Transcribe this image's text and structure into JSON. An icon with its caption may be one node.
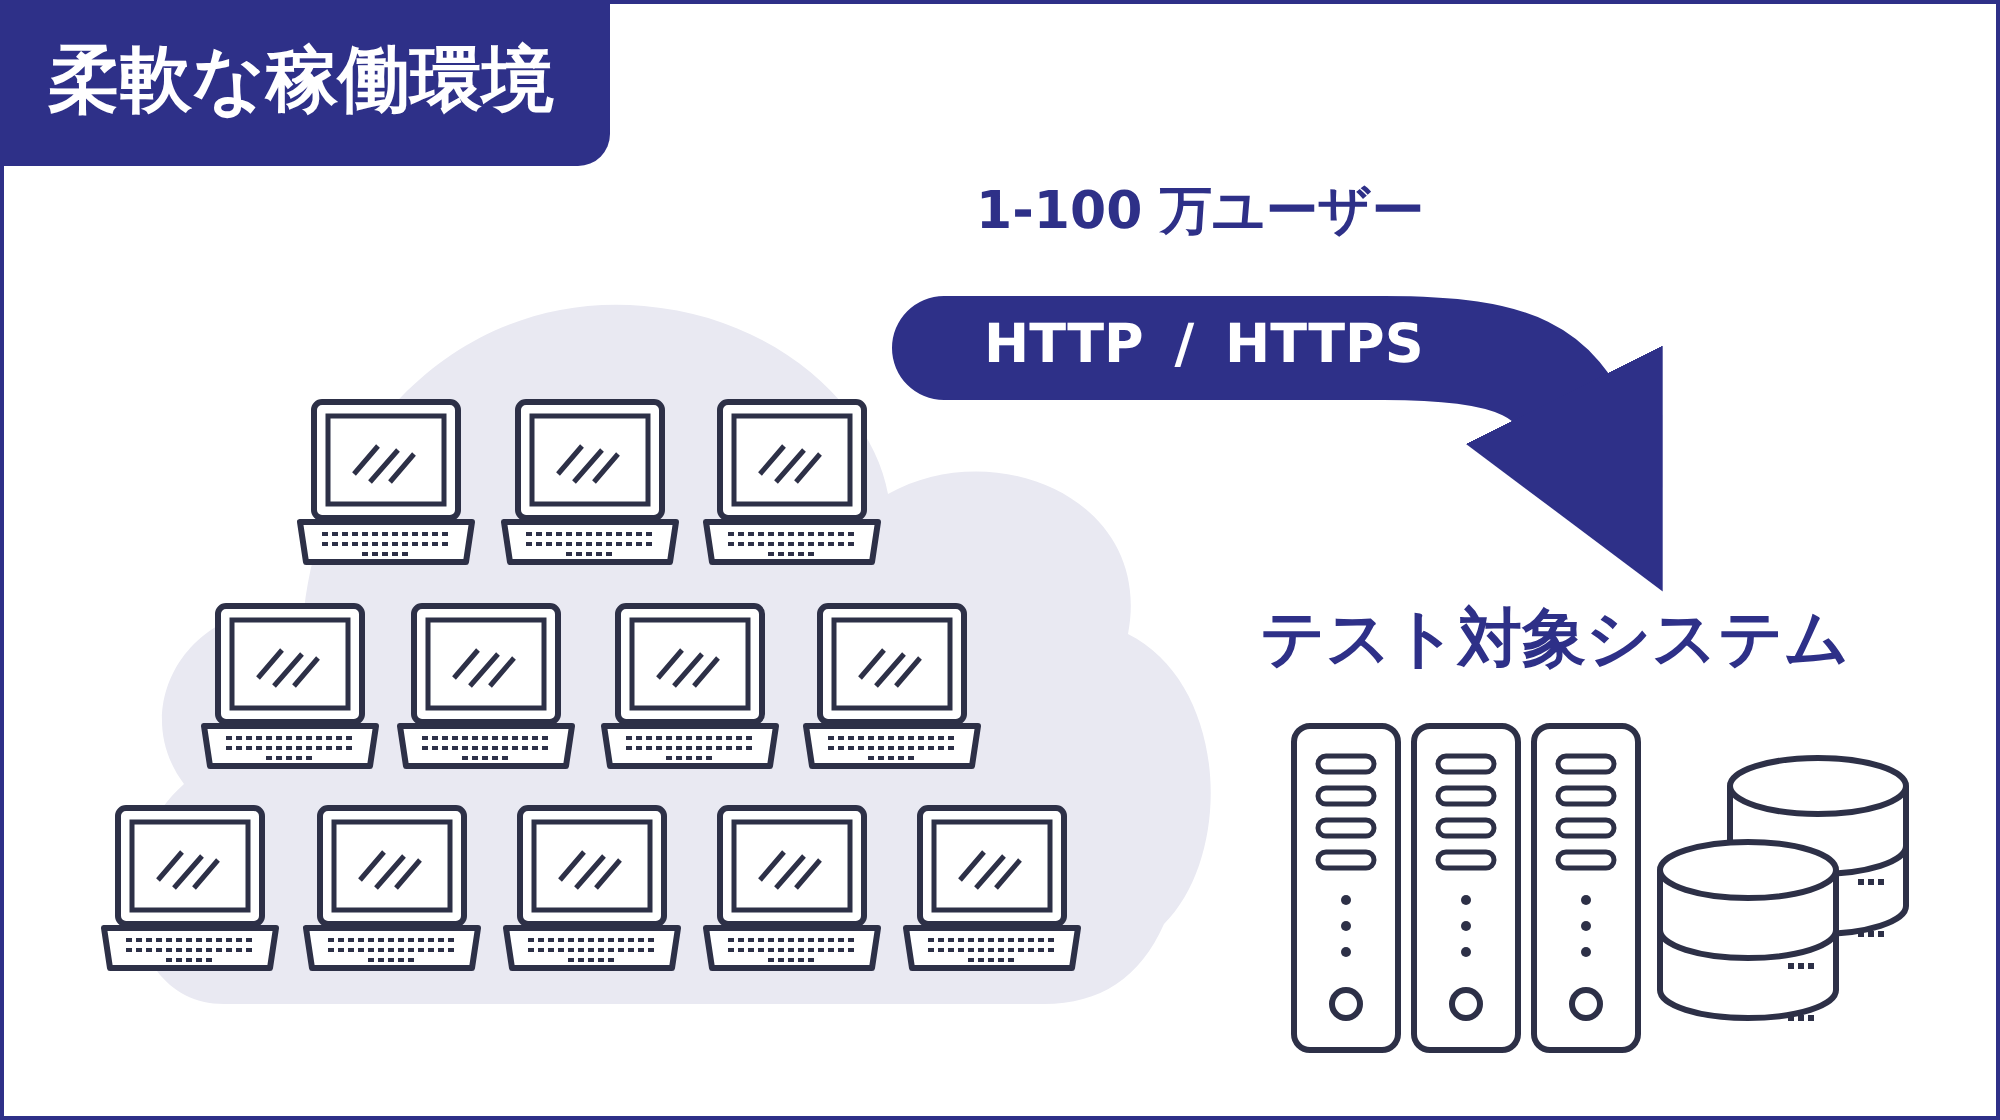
{
  "diagram": {
    "title": "柔軟な稼働環境",
    "nodes": [
      {
        "text": [],
        "shape": "cloud"
      },
      {
        "text": [
          "テスト対象システム"
        ]
      }
    ],
    "edges": [
      {
        "from": 0,
        "to": 1,
        "arrow": "to",
        "label": "HTTP / HTTPS"
      }
    ],
    "labels": [
      "1-100 万ユーザー"
    ]
  }
}
